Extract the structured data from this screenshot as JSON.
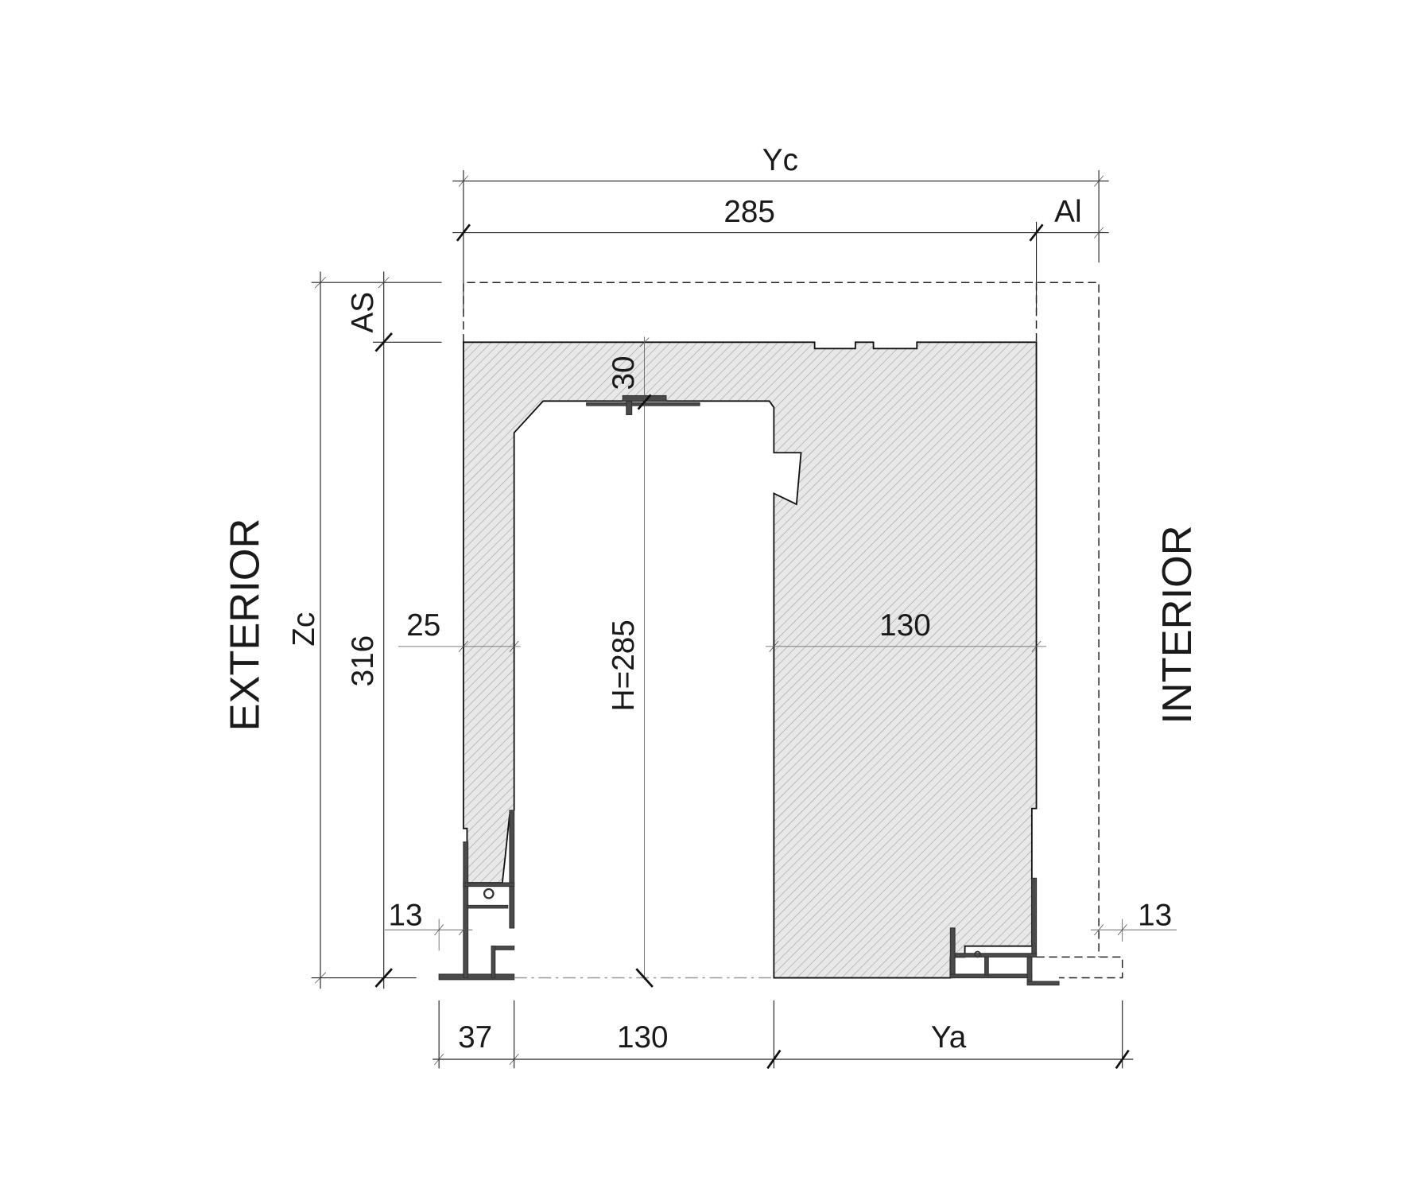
{
  "labels": {
    "exterior": "EXTERIOR",
    "interior": "INTERIOR"
  },
  "dimensions": {
    "top_total": "Yc",
    "top_width": "285",
    "top_al": "Al",
    "left_total": "Zc",
    "left_height": "316",
    "left_as": "AS",
    "inner_height": "H=285",
    "lintel_depth": "30",
    "left_jamb": "25",
    "right_jamb": "130",
    "left_offset": "13",
    "right_offset": "13",
    "bottom_profile": "37",
    "bottom_opening": "130",
    "bottom_ya": "Ya"
  },
  "colors": {
    "hatch_fill": "#e6e6e6",
    "profile": "#4a4a4a",
    "line": "#222222"
  }
}
